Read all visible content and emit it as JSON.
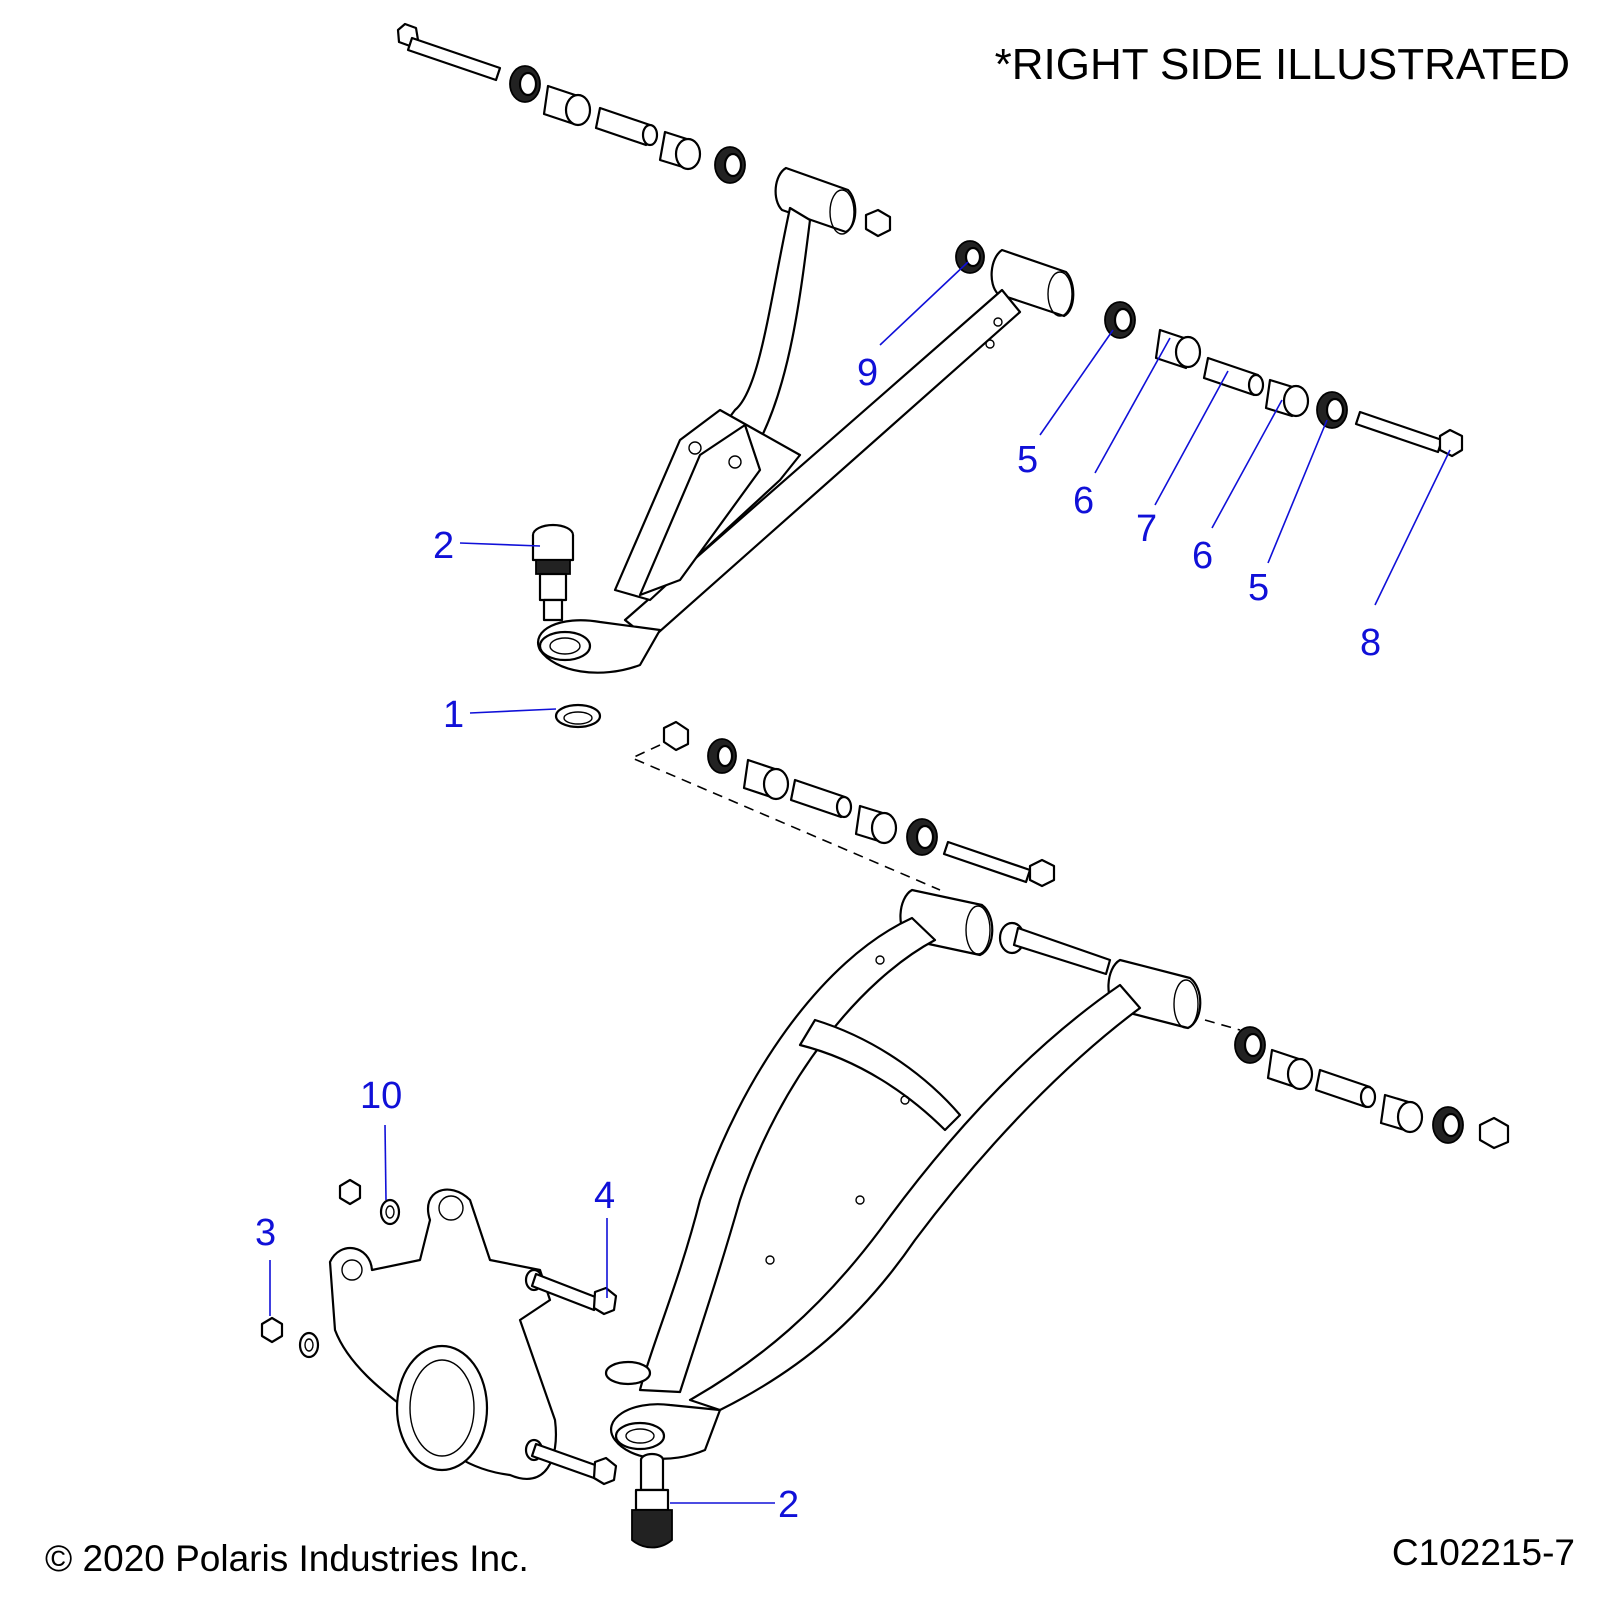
{
  "note": "*RIGHT SIDE ILLUSTRATED",
  "copyright": "© 2020 Polaris Industries Inc.",
  "figure_id": "C102215-7",
  "callouts": [
    {
      "id": "c1",
      "label": "1"
    },
    {
      "id": "c2a",
      "label": "2"
    },
    {
      "id": "c2b",
      "label": "2"
    },
    {
      "id": "c3",
      "label": "3"
    },
    {
      "id": "c4",
      "label": "4"
    },
    {
      "id": "c5a",
      "label": "5"
    },
    {
      "id": "c5b",
      "label": "5"
    },
    {
      "id": "c6a",
      "label": "6"
    },
    {
      "id": "c6b",
      "label": "6"
    },
    {
      "id": "c7",
      "label": "7"
    },
    {
      "id": "c8",
      "label": "8"
    },
    {
      "id": "c9",
      "label": "9"
    },
    {
      "id": "c10",
      "label": "10"
    }
  ],
  "colors": {
    "callout": "#1010d8",
    "line_art": "#000000",
    "background": "#ffffff"
  }
}
